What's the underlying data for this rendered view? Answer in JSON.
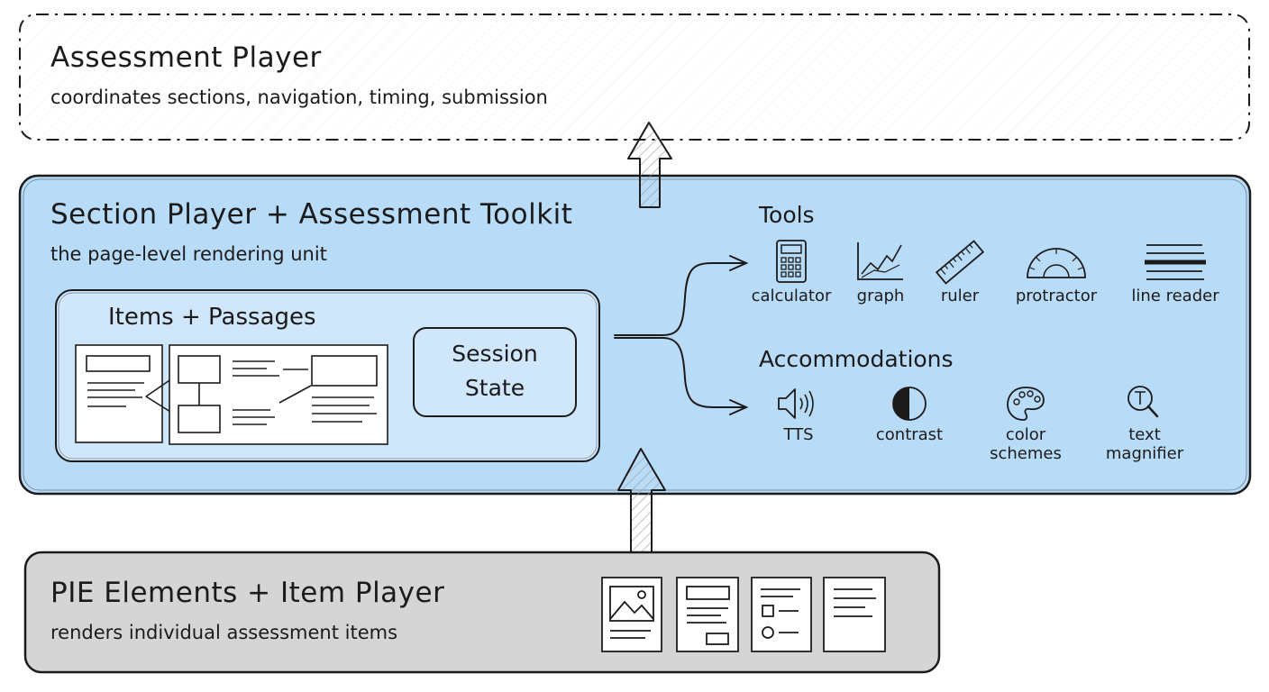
{
  "assessment_player": {
    "title": "Assessment Player",
    "subtitle": "coordinates sections, navigation, timing, submission"
  },
  "section_player": {
    "title": "Section Player + Assessment Toolkit",
    "subtitle": "the page-level rendering unit",
    "items_passages": {
      "title": "Items + Passages"
    },
    "session_state": {
      "line1": "Session",
      "line2": "State"
    }
  },
  "tools": {
    "heading": "Tools",
    "items": [
      {
        "label": "calculator",
        "icon": "calculator-icon"
      },
      {
        "label": "graph",
        "icon": "graph-icon"
      },
      {
        "label": "ruler",
        "icon": "ruler-icon"
      },
      {
        "label": "protractor",
        "icon": "protractor-icon"
      },
      {
        "label": "line reader",
        "icon": "line-reader-icon"
      }
    ]
  },
  "accommodations": {
    "heading": "Accommodations",
    "items": [
      {
        "label": "TTS",
        "icon": "speaker-icon"
      },
      {
        "label": "contrast",
        "icon": "contrast-icon"
      },
      {
        "label": "color",
        "label2": "schemes",
        "icon": "palette-icon"
      },
      {
        "label": "text",
        "label2": "magnifier",
        "icon": "magnifier-icon"
      }
    ]
  },
  "pie_elements": {
    "title": "PIE Elements + Item Player",
    "subtitle": "renders individual assessment items"
  },
  "colors": {
    "section_fill": "#b8dbf8",
    "inner_fill": "#cfe6fb",
    "pie_fill": "#d5d5d5",
    "stroke": "#1b1b1b"
  }
}
